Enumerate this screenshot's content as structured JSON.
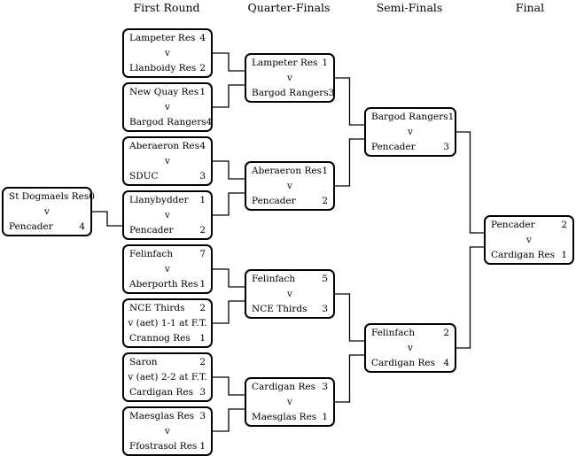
{
  "rounds": [
    "First Round",
    "Quarter-Finals",
    "Semi-Finals",
    "Final"
  ],
  "preliminary": [
    {
      "home": "St Dogmaels Res",
      "home_score": "0",
      "mid": "v",
      "away": "Pencader",
      "away_score": "4"
    }
  ],
  "first_round": [
    {
      "home": "Lampeter Res",
      "home_score": "4",
      "mid": "v",
      "away": "Llanboidy Res",
      "away_score": "2"
    },
    {
      "home": "New Quay Res",
      "home_score": "1",
      "mid": "v",
      "away": "Bargod Rangers",
      "away_score": "4"
    },
    {
      "home": "Aberaeron Res",
      "home_score": "4",
      "mid": "v",
      "away": "SDUC",
      "away_score": "3"
    },
    {
      "home": "Llanybydder",
      "home_score": "1",
      "mid": "v",
      "away": "Pencader",
      "away_score": "2"
    },
    {
      "home": "Felinfach",
      "home_score": "7",
      "mid": "v",
      "away": "Aberporth Res",
      "away_score": "1"
    },
    {
      "home": "NCE Thirds",
      "home_score": "2",
      "mid": "v (aet) 1-1 at F.T.",
      "away": "Crannog Res",
      "away_score": "1"
    },
    {
      "home": "Saron",
      "home_score": "2",
      "mid": "v (aet) 2-2 at F.T.",
      "away": "Cardigan Res",
      "away_score": "3"
    },
    {
      "home": "Maesglas Res",
      "home_score": "3",
      "mid": "v",
      "away": "Ffostrasol Res",
      "away_score": "1"
    }
  ],
  "quarter_finals": [
    {
      "home": "Lampeter Res",
      "home_score": "1",
      "mid": "v",
      "away": "Bargod Rangers",
      "away_score": "3"
    },
    {
      "home": "Aberaeron Res",
      "home_score": "1",
      "mid": "v",
      "away": "Pencader",
      "away_score": "2"
    },
    {
      "home": "Felinfach",
      "home_score": "5",
      "mid": "v",
      "away": "NCE Thirds",
      "away_score": "3"
    },
    {
      "home": "Cardigan Res",
      "home_score": "3",
      "mid": "v",
      "away": "Maesglas Res",
      "away_score": "1"
    }
  ],
  "semi_finals": [
    {
      "home": "Bargod Rangers",
      "home_score": "1",
      "mid": "v",
      "away": "Pencader",
      "away_score": "3"
    },
    {
      "home": "Felinfach",
      "home_score": "2",
      "mid": "v",
      "away": "Cardigan Res",
      "away_score": "4"
    }
  ],
  "final": [
    {
      "home": "Pencader",
      "home_score": "2",
      "mid": "v",
      "away": "Cardigan Res",
      "away_score": "1"
    }
  ]
}
